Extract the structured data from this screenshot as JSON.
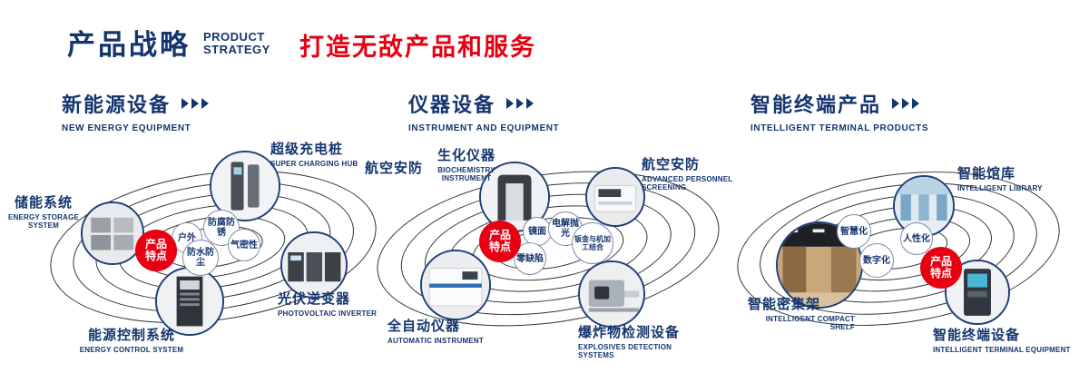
{
  "header": {
    "title": "产品战略",
    "subtitle_lines": [
      "PRODUCT",
      "STRATEGY"
    ],
    "slogan": "打造无敌产品和服务"
  },
  "sections": [
    {
      "title": "新能源设备",
      "subtitle": "NEW ENERGY EQUIPMENT",
      "badge": "产品特点",
      "products": [
        {
          "name": "储能系统",
          "en": "ENERGY STORAGE SYSTEM"
        },
        {
          "name": "超级充电桩",
          "en": "SUPER CHARGING HUB"
        },
        {
          "name": "光伏逆变器",
          "en": "PHOTOVOLTAIC INVERTER"
        },
        {
          "name": "能源控制系统",
          "en": "ENERGY CONTROL SYSTEM"
        }
      ],
      "features": [
        "户外",
        "防腐防锈",
        "防水防尘",
        "气密性"
      ]
    },
    {
      "title": "仪器设备",
      "subtitle": "INSTRUMENT AND EQUIPMENT",
      "badge": "产品特点",
      "side_label": "航空安防",
      "products": [
        {
          "name": "生化仪器",
          "en": "BIOCHEMISTRY INSTRUMENT"
        },
        {
          "name": "航空安防",
          "en": "ADVANCED PERSONNEL SCREENING"
        },
        {
          "name": "全自动仪器",
          "en": "AUTOMATIC INSTRUMENT"
        },
        {
          "name": "爆炸物检测设备",
          "en": "EXPLOSIVES DETECTION SYSTEMS"
        }
      ],
      "features": [
        "镜面",
        "电解抛光",
        "零缺陷",
        "钣金与机加工结合"
      ]
    },
    {
      "title": "智能终端产品",
      "subtitle": "INTELLIGENT TERMINAL PRODUCTS",
      "badge": "产品特点",
      "products": [
        {
          "name": "智能馆库",
          "en": "INTELLIGENT LIBRARY"
        },
        {
          "name": "智能密集架",
          "en": "INTELLIGENT COMPACT SHELF"
        },
        {
          "name": "智能终端设备",
          "en": "INTELLIGENT TERMINAL EQUIPMENT"
        }
      ],
      "features": [
        "智慧化",
        "人性化",
        "数字化"
      ]
    }
  ],
  "colors": {
    "navy": "#15356e",
    "red": "#e60012",
    "orbit": "#333333"
  }
}
